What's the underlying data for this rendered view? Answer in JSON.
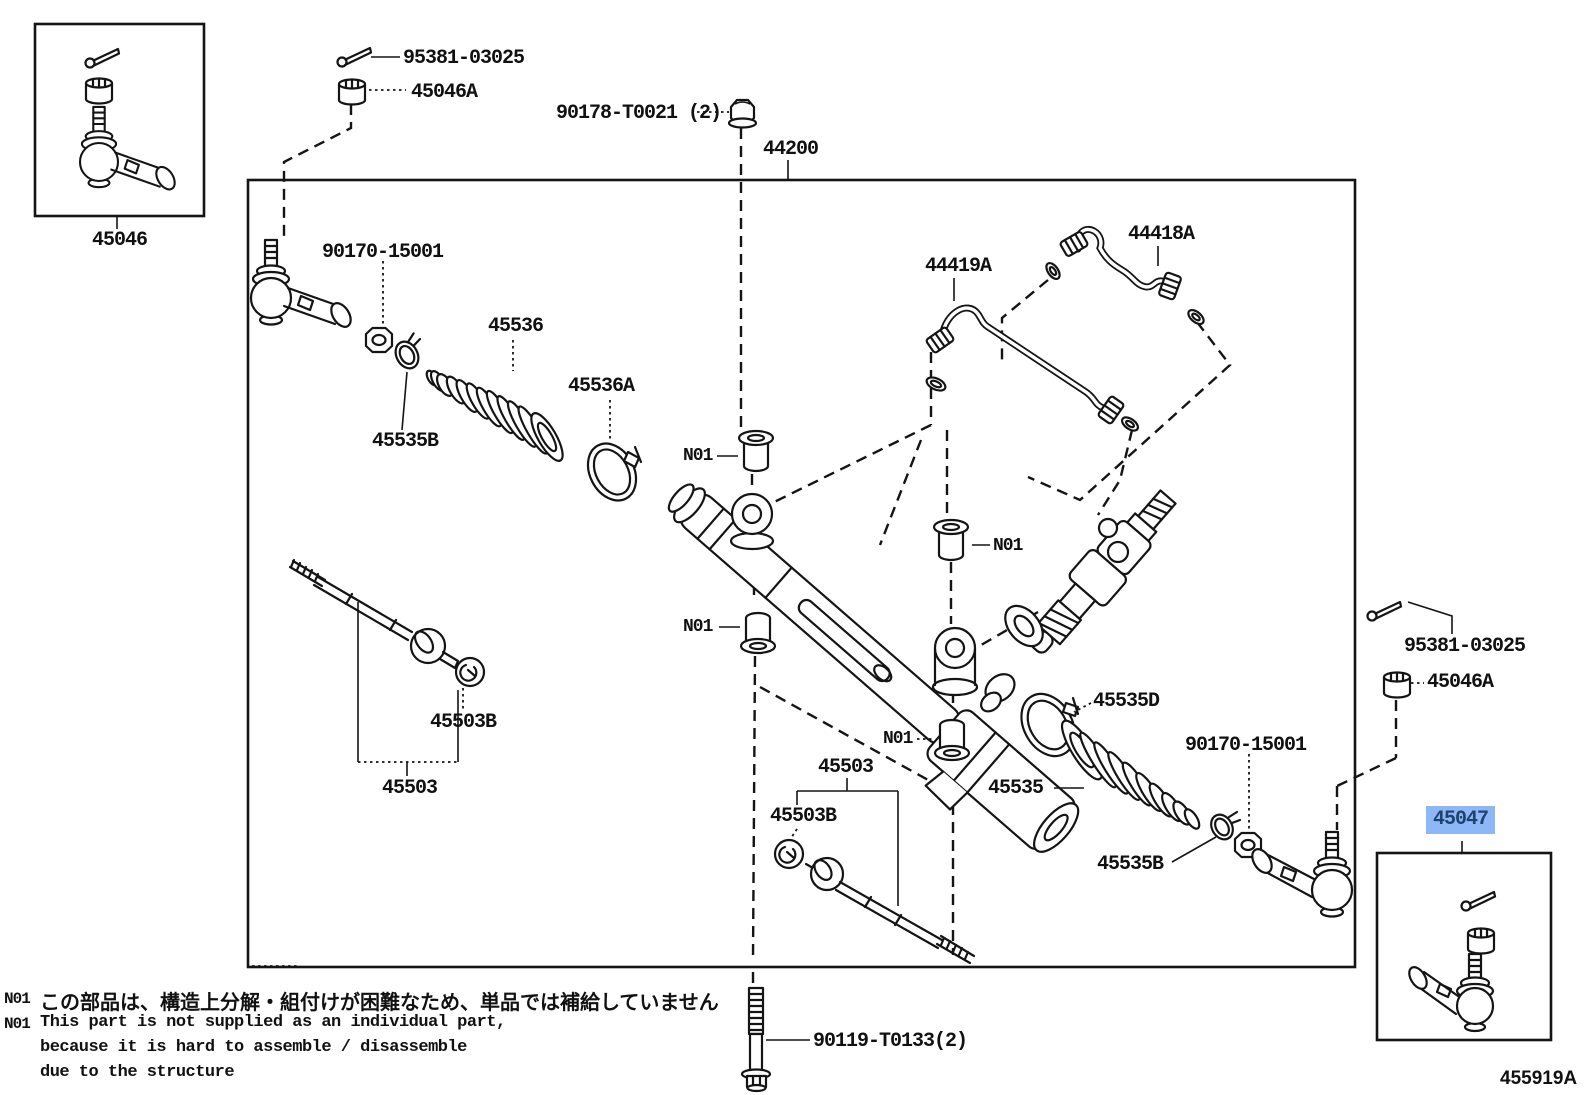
{
  "figure_code": "455919A",
  "highlight": {
    "background": "#8fb6f6",
    "text_color": "#1c4370"
  },
  "parts": {
    "p95381": "95381-03025",
    "p45046A": "45046A",
    "p90178": "90178-T0021 (2)",
    "p44200": "44200",
    "p45046": "45046",
    "p90170": "90170-15001",
    "p45536": "45536",
    "p45536A": "45536A",
    "p45535B": "45535B",
    "p44419A": "44419A",
    "p44418A": "44418A",
    "p45503B": "45503B",
    "p45503": "45503",
    "p45535D": "45535D",
    "p45535": "45535",
    "p45047": "45047",
    "p90119": "90119-T0133(2)",
    "n01": "N01"
  },
  "notes": {
    "marker": "N01",
    "jp": "この部品は、構造上分解・組付けが困難なため、単品では補給していません",
    "en1": "This part is not supplied as an individual part,",
    "en2": "because it is hard to assemble / disassemble",
    "en3": "due to the structure"
  }
}
